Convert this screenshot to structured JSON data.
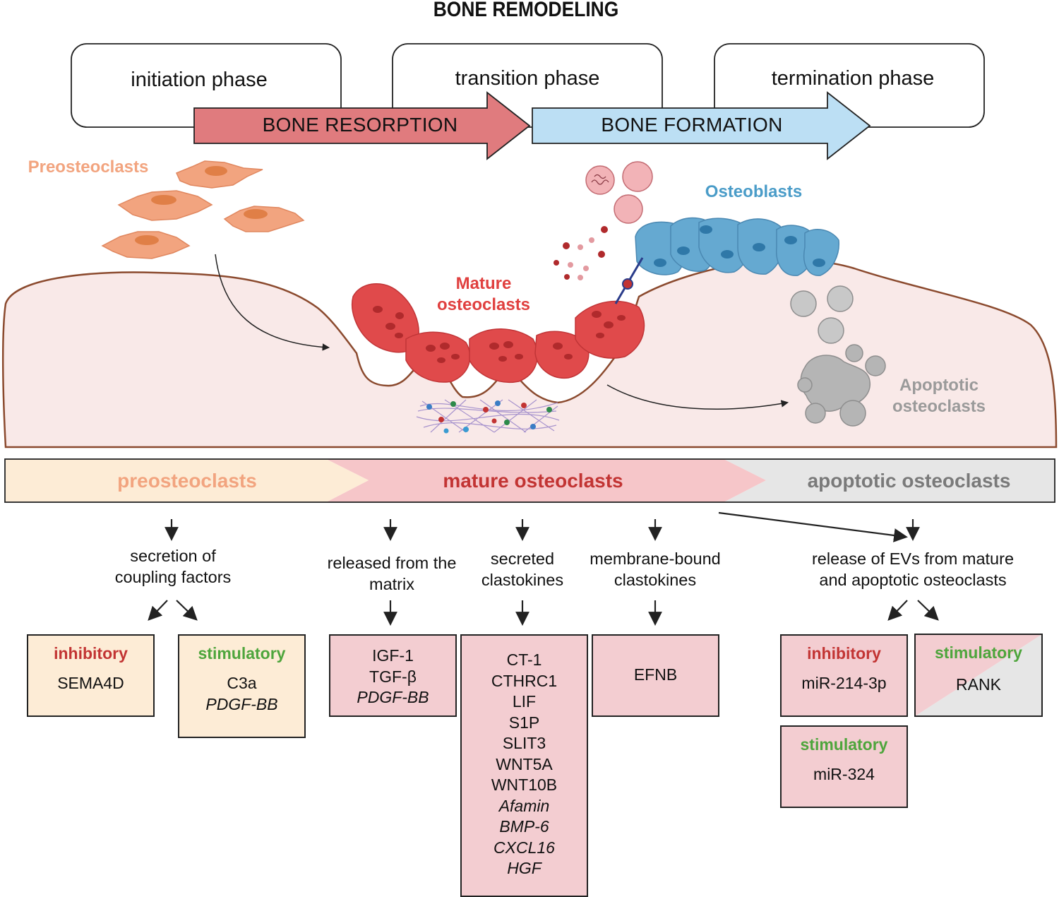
{
  "title": "BONE REMODELING",
  "phases": [
    "initiation phase",
    "transition phase",
    "termination phase"
  ],
  "process_arrows": {
    "resorption": "BONE RESORPTION",
    "formation": "BONE FORMATION"
  },
  "cell_labels": {
    "preosteoclasts": "Preosteoclasts",
    "mature_line1": "Mature",
    "mature_line2": "osteoclasts",
    "osteoblasts": "Osteoblasts",
    "apoptotic_line1": "Apoptotic",
    "apoptotic_line2": "osteoclasts"
  },
  "stages": [
    "preosteoclasts",
    "mature osteoclasts",
    "apoptotic osteoclasts"
  ],
  "mechanisms": {
    "secretion": [
      "secretion of",
      "coupling factors"
    ],
    "matrix": [
      "released from the",
      "matrix"
    ],
    "secreted": [
      "secreted",
      "clastokines"
    ],
    "membrane": [
      "membrane-bound",
      "clastokines"
    ],
    "evs": [
      "release of EVs from mature",
      "and apoptotic osteoclasts"
    ]
  },
  "boxes": {
    "pre_inhibitory": {
      "head": "inhibitory",
      "items": [
        "SEMA4D"
      ]
    },
    "pre_stimulatory": {
      "head": "stimulatory",
      "items": [
        "C3a"
      ],
      "italic_items": [
        "PDGF-BB"
      ]
    },
    "matrix": {
      "items": [
        "IGF-1",
        "TGF-β"
      ],
      "italic_items": [
        "PDGF-BB"
      ]
    },
    "secreted": {
      "items": [
        "CT-1",
        "CTHRC1",
        "LIF",
        "S1P",
        "SLIT3",
        "WNT5A",
        "WNT10B"
      ],
      "italic_items": [
        "Afamin",
        "BMP-6",
        "CXCL16",
        "HGF"
      ]
    },
    "membrane": {
      "items": [
        "EFNB"
      ]
    },
    "ev_inhibitory": {
      "head": "inhibitory",
      "items": [
        "miR-214-3p"
      ]
    },
    "ev_stimulatory_rank": {
      "head": "stimulatory",
      "items": [
        "RANK"
      ]
    },
    "ev_stimulatory": {
      "head": "stimulatory",
      "items": [
        "miR-324"
      ]
    }
  },
  "colors": {
    "resorption": "#e07b7e",
    "formation": "#bcdff4",
    "bone": "#f9e9e8",
    "bone_outline": "#8b4a2e",
    "osteoclast": "#e04a4b",
    "preosteoclast": "#f2a47f",
    "osteoblast": "#65a9d1",
    "apoptotic": "#a5a5a5",
    "inhibitory": "#c23433",
    "stimulatory": "#4ea53c"
  }
}
